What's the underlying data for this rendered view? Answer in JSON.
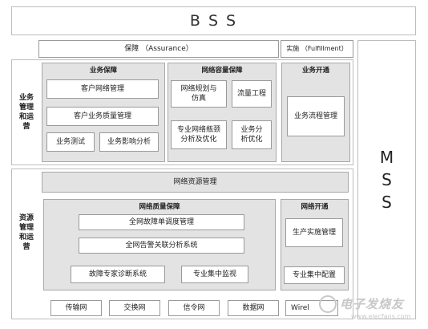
{
  "bss_title": "B S S",
  "mss": [
    "M",
    "S",
    "S"
  ],
  "header": {
    "assurance": "保障 （Assurance）",
    "fulfillment": "实施 （Fulfillment）"
  },
  "business_ops": {
    "side_label": [
      "业务",
      "管理",
      "和运",
      "营"
    ],
    "service_assurance": {
      "title": "业务保障",
      "items": [
        "客户网络管理",
        "客户业务质量管理",
        "业务测试",
        "业务影响分析"
      ]
    },
    "network_capacity": {
      "title": "网络容量保障",
      "items": [
        "网络规划与\n仿真",
        "流量工程",
        "专业网络瓶颈\n分析及优化",
        "业务分\n析优化"
      ]
    },
    "service_activation": {
      "title": "业务开通",
      "items": [
        "业务流程管理"
      ]
    }
  },
  "resource_ops": {
    "side_label": [
      "资源",
      "管理",
      "和运",
      "营"
    ],
    "network_resource_mgmt": "网络资源管理",
    "quality_assurance": {
      "title": "网络质量保障",
      "items": [
        "全网故障单调度管理",
        "全网告警关联分析系统",
        "故障专家诊断系统",
        "专业集中监视"
      ]
    },
    "network_activation": {
      "title": "网络开通",
      "items": [
        "生产实施管理",
        "专业集中配置"
      ]
    }
  },
  "networks": [
    "传输网",
    "交换网",
    "信令网",
    "数据网",
    "Wirel"
  ],
  "watermark": "电子发烧友",
  "watermark_url": "www.elecfans.com"
}
